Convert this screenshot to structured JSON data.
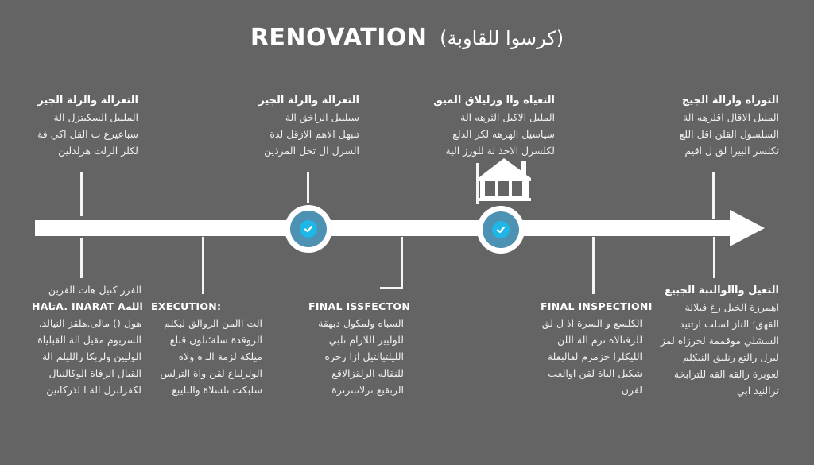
{
  "title": {
    "main": "RENOVATION",
    "subtitle": "(كرسوا للقاوبة)"
  },
  "top_blocks": [
    {
      "heading": "التعرالة والرلة الجيز",
      "lines": [
        "المليبل السكيتزل الة",
        "سباعيرع ت القل اكي فة",
        "لكلر الرلت هرلدلين"
      ]
    },
    {
      "heading": "التعرالة والرلة الجيز",
      "lines": [
        "سيليبل الراخق الة",
        "تنبهل الاهم الازقل لدة",
        "السرل ال تخل المرذين"
      ]
    },
    {
      "heading": "التعياه واا ورليلاق الميق",
      "lines": [
        "المليل الاكيل الثرهه الة",
        "سياسيل الهرهه لكر الدلع",
        "لكلسرل الاخذ لة للورز الية"
      ]
    },
    {
      "heading": "التوزاه وارالة الجيج",
      "lines": [
        "المليل الاقال اقلرهه الة",
        "السلسول القلن اقل اللع",
        "تكلسر البيرا لق ل اقيم"
      ]
    }
  ],
  "bottom_blocks": [
    {
      "arabic_intro": "الفرز كنيل هات الفزين",
      "label": "HAتاA. INARAT Aالله",
      "lines": [
        "هول () مالى.هلقز النيالد.",
        "السريوم مقيل الة القبلياة",
        "الوليين ولربكا رالليلم الة",
        "القيال الرفاة الوكالنيال",
        "لكفرلبرل الة ا لذركانين"
      ]
    },
    {
      "label": "EXECUTION:",
      "lines": [
        "الت االمن الروالق لبكلم",
        "الروقدة سلة؛تلون قبلع",
        "ميلكة لزمة الـ ة ولاة",
        "الولرلباع لقن واة الترلس",
        "سلبكت نلسلاة والتليبع"
      ]
    },
    {
      "label": "FINAL ISSFECTON",
      "lines": [
        "السباه ولمكول دبهقة",
        "للوليير اللازام تلبي",
        "الليلتيالتيل ازا رخرة",
        "للنقاله الرلقزالاقع",
        "الربقيع نرلانبنرترة"
      ]
    },
    {
      "label": "FINAL INSPECTIONI",
      "lines": [
        "الكلسع و السرة اذ ل لق",
        "للرفتالاه ترم الة اللن",
        "الليكلرا خزمرم لفالبقلة",
        "شكيل الباة لقن اوالعب",
        "لفزن"
      ]
    },
    {
      "heading": "التعيل واالوالنبة الجبيع",
      "lines": [
        "اهمرزة الخيل رغ فبلالة",
        "القهق؛ الناز لسلت ارتنيد",
        "السشلي موقممة لحرزاة لمز",
        "لبرل رالتع رنليق النيكلم",
        "لعوبرة رالقه القه للترابخة",
        "ترالنيد ابي"
      ]
    }
  ],
  "timeline": {
    "milestones": [
      {
        "name": "milestone-1",
        "status": "complete",
        "icon": "checkmark-icon"
      },
      {
        "name": "milestone-2",
        "status": "complete",
        "icon": "checkmark-icon",
        "decoration": "house-icon"
      }
    ]
  },
  "colors": {
    "background": "#646464",
    "bar": "#ffffff",
    "node_ring": "#4d91b3",
    "node_center": "#1fb6e8"
  }
}
